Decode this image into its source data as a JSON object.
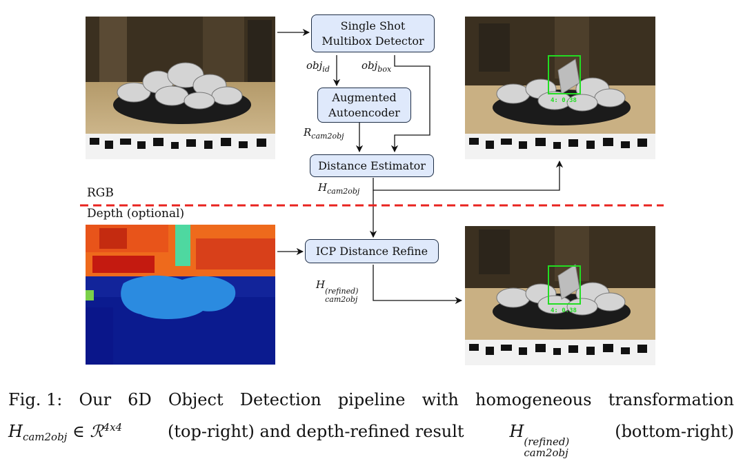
{
  "pipeline": {
    "ssd": {
      "line1": "Single Shot",
      "line2": "Multibox Detector"
    },
    "aae": {
      "line1": "Augmented",
      "line2": "Autoencoder"
    },
    "dist": {
      "label": "Distance Estimator"
    },
    "icp": {
      "label": "ICP Distance Refine"
    }
  },
  "labels": {
    "obj": "obj",
    "id": "id",
    "box": "box",
    "R": "R",
    "H": "H",
    "cam2obj": "cam2obj",
    "refined": "(refined)"
  },
  "sections": {
    "rgb": "RGB",
    "depth": "Depth (optional)"
  },
  "detections": {
    "top_score": "4: 0.38",
    "bottom_score": "4: 0.38"
  },
  "caption": {
    "w1": "Fig. 1:",
    "w2": "Our",
    "w3": "6D",
    "w4": "Object",
    "w5": "Detection",
    "w6": "pipeline",
    "w7": "with",
    "w8": "homogeneous",
    "w9": "transformation",
    "H": "H",
    "sub": "cam2obj",
    "in": "∈",
    "R": "ℛ",
    "exp": "4x4",
    "l2a": "(top-right) and depth-refined result",
    "refined": "(refined)",
    "l2b": "(bottom-right)"
  },
  "colors": {
    "box_fill": "#dfe9fb",
    "box_border": "#1b2b44",
    "divider": "#e8231f",
    "detect_green": "#22dd22"
  }
}
